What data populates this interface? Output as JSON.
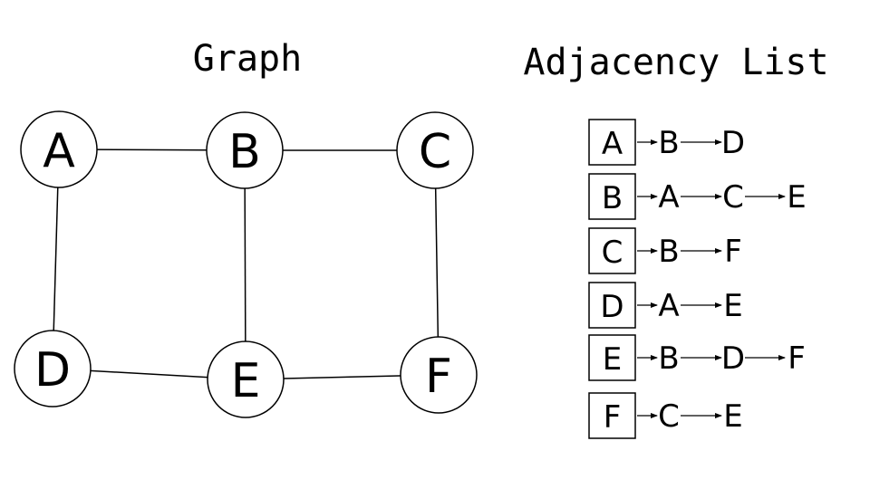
{
  "graph": {
    "title": "Graph",
    "nodes": [
      "A",
      "B",
      "C",
      "D",
      "E",
      "F"
    ],
    "edges": [
      [
        "A",
        "B"
      ],
      [
        "B",
        "C"
      ],
      [
        "A",
        "D"
      ],
      [
        "B",
        "E"
      ],
      [
        "C",
        "F"
      ],
      [
        "D",
        "E"
      ],
      [
        "E",
        "F"
      ]
    ]
  },
  "adjacency": {
    "title": "Adjacency List",
    "rows": [
      {
        "head": "A",
        "neighbors": [
          "B",
          "D"
        ]
      },
      {
        "head": "B",
        "neighbors": [
          "A",
          "C",
          "E"
        ]
      },
      {
        "head": "C",
        "neighbors": [
          "B",
          "F"
        ]
      },
      {
        "head": "D",
        "neighbors": [
          "A",
          "E"
        ]
      },
      {
        "head": "E",
        "neighbors": [
          "B",
          "D",
          "F"
        ]
      },
      {
        "head": "F",
        "neighbors": [
          "C",
          "E"
        ]
      }
    ]
  },
  "colors": {
    "stroke": "#000000",
    "background": "#ffffff"
  }
}
